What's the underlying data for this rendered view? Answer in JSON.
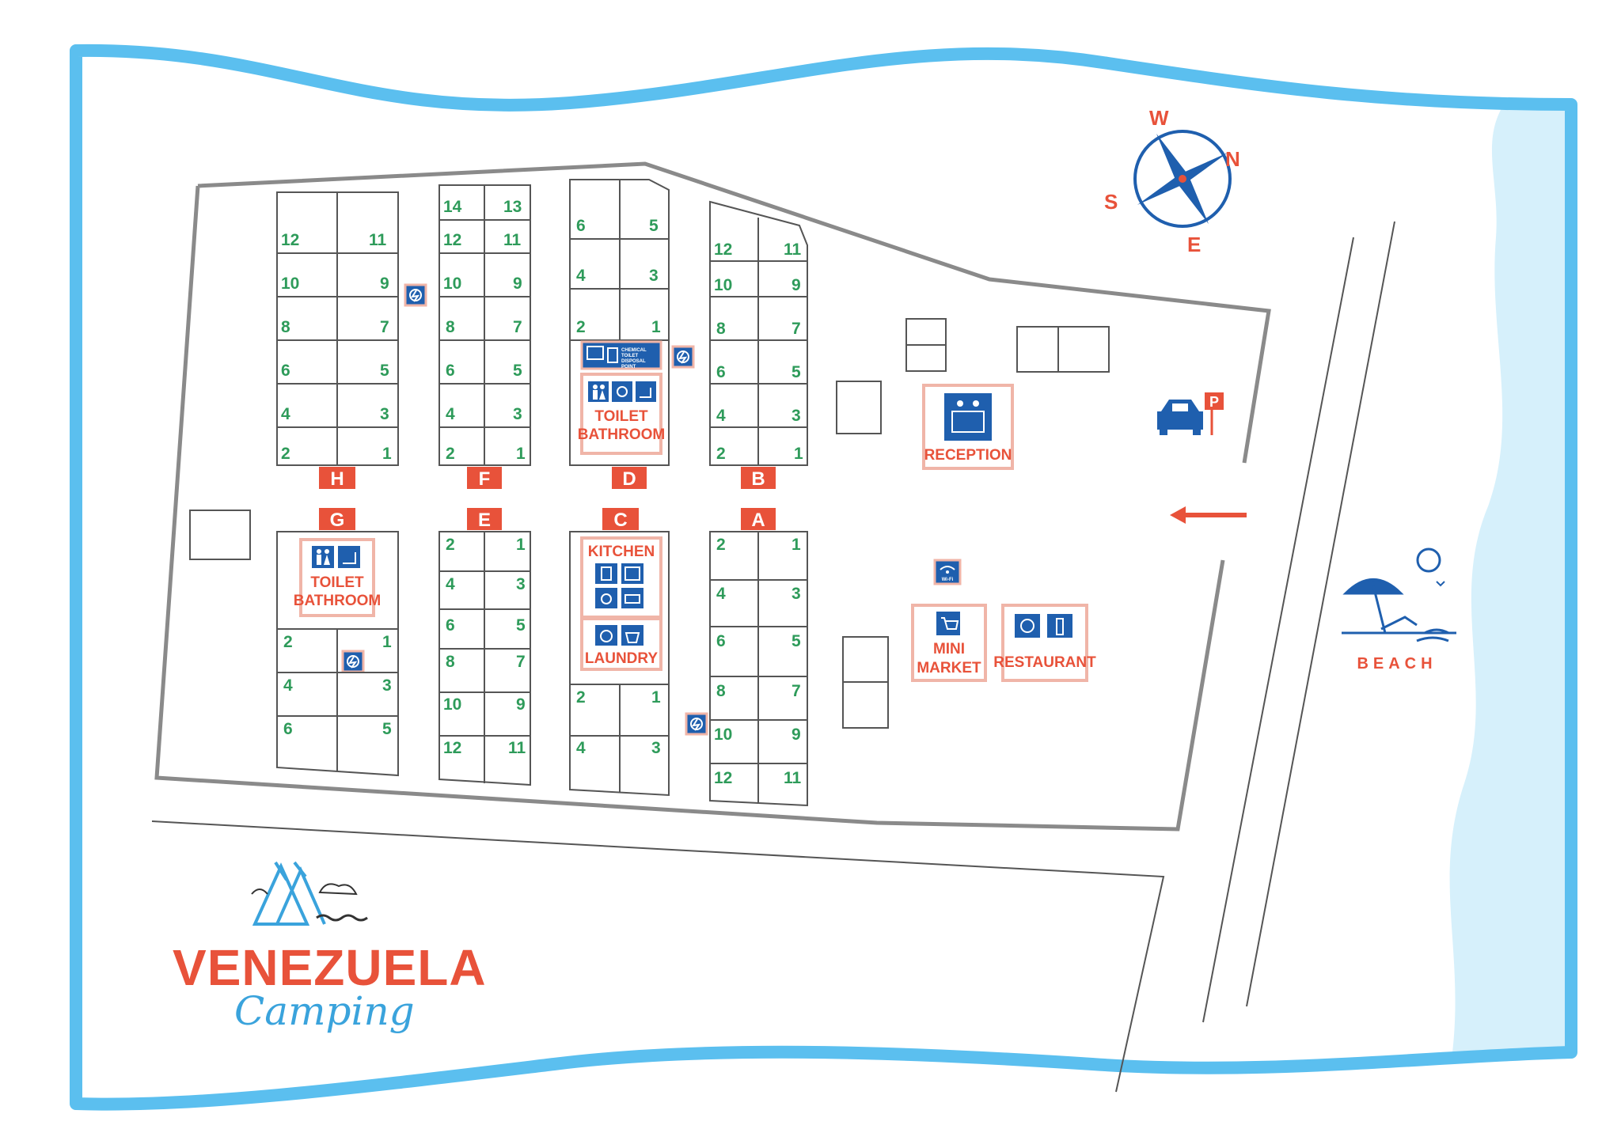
{
  "sections": [
    {
      "letter": "H",
      "label_row": "upper",
      "numbers": [
        "12",
        "11",
        "10",
        "9",
        "8",
        "7",
        "6",
        "5",
        "4",
        "3",
        "2",
        "1"
      ]
    },
    {
      "letter": "F",
      "label_row": "upper",
      "numbers": [
        "14",
        "13",
        "12",
        "11",
        "10",
        "9",
        "8",
        "7",
        "6",
        "5",
        "4",
        "3",
        "2",
        "1"
      ]
    },
    {
      "letter": "D",
      "label_row": "upper",
      "numbers": [
        "6",
        "5",
        "4",
        "3",
        "2",
        "1"
      ]
    },
    {
      "letter": "B",
      "label_row": "upper",
      "numbers": [
        "12",
        "11",
        "10",
        "9",
        "8",
        "7",
        "6",
        "5",
        "4",
        "3",
        "2",
        "1"
      ]
    },
    {
      "letter": "G",
      "label_row": "lower",
      "numbers": [
        "2",
        "1",
        "4",
        "3",
        "6",
        "5"
      ]
    },
    {
      "letter": "E",
      "label_row": "lower",
      "numbers": [
        "2",
        "1",
        "4",
        "3",
        "6",
        "5",
        "8",
        "7",
        "10",
        "9",
        "12",
        "11"
      ]
    },
    {
      "letter": "C",
      "label_row": "lower",
      "numbers": [
        "2",
        "1",
        "4",
        "3"
      ]
    },
    {
      "letter": "A",
      "label_row": "lower",
      "numbers": [
        "2",
        "1",
        "4",
        "3",
        "6",
        "5",
        "8",
        "7",
        "10",
        "9",
        "12",
        "11"
      ]
    }
  ],
  "facilities": {
    "toilet_upper": [
      "TOILET",
      "BATHROOM"
    ],
    "toilet_lower": [
      "TOILET",
      "BATHROOM"
    ],
    "kitchen": "KITCHEN",
    "laundry": "LAUNDRY",
    "reception": "RECEPTION",
    "mini_market": [
      "MINI",
      "MARKET"
    ],
    "restaurant": "RESTAURANT",
    "chemical_disposal": [
      "CHEMICAL",
      "TOILET",
      "DISPOSAL",
      "POINT"
    ],
    "wifi": "Wi-Fi",
    "parking": "P"
  },
  "compass": {
    "w": "W",
    "n": "N",
    "s": "S",
    "e": "E"
  },
  "beach_label": "BEACH",
  "brand": {
    "name": "VENEZUELA",
    "sub": "Camping"
  },
  "colors": {
    "border": "#5bbfef",
    "sea": "#d6f0fb",
    "accent": "#e8523a",
    "blue": "#1f5fae",
    "green": "#2e9b5a",
    "line": "#8a8a8a"
  },
  "icons": [
    "electric-hookup-icon",
    "toilet-icon",
    "accessible-icon",
    "shower-icon",
    "stove-icon",
    "washing-machine-icon",
    "car-icon",
    "parking-sign-icon",
    "arrow-left-icon",
    "compass-rose-icon",
    "beach-umbrella-icon",
    "sun-icon",
    "teepee-icon",
    "cart-icon",
    "plate-icon",
    "bottle-icon",
    "counter-icon",
    "wifi-icon"
  ]
}
